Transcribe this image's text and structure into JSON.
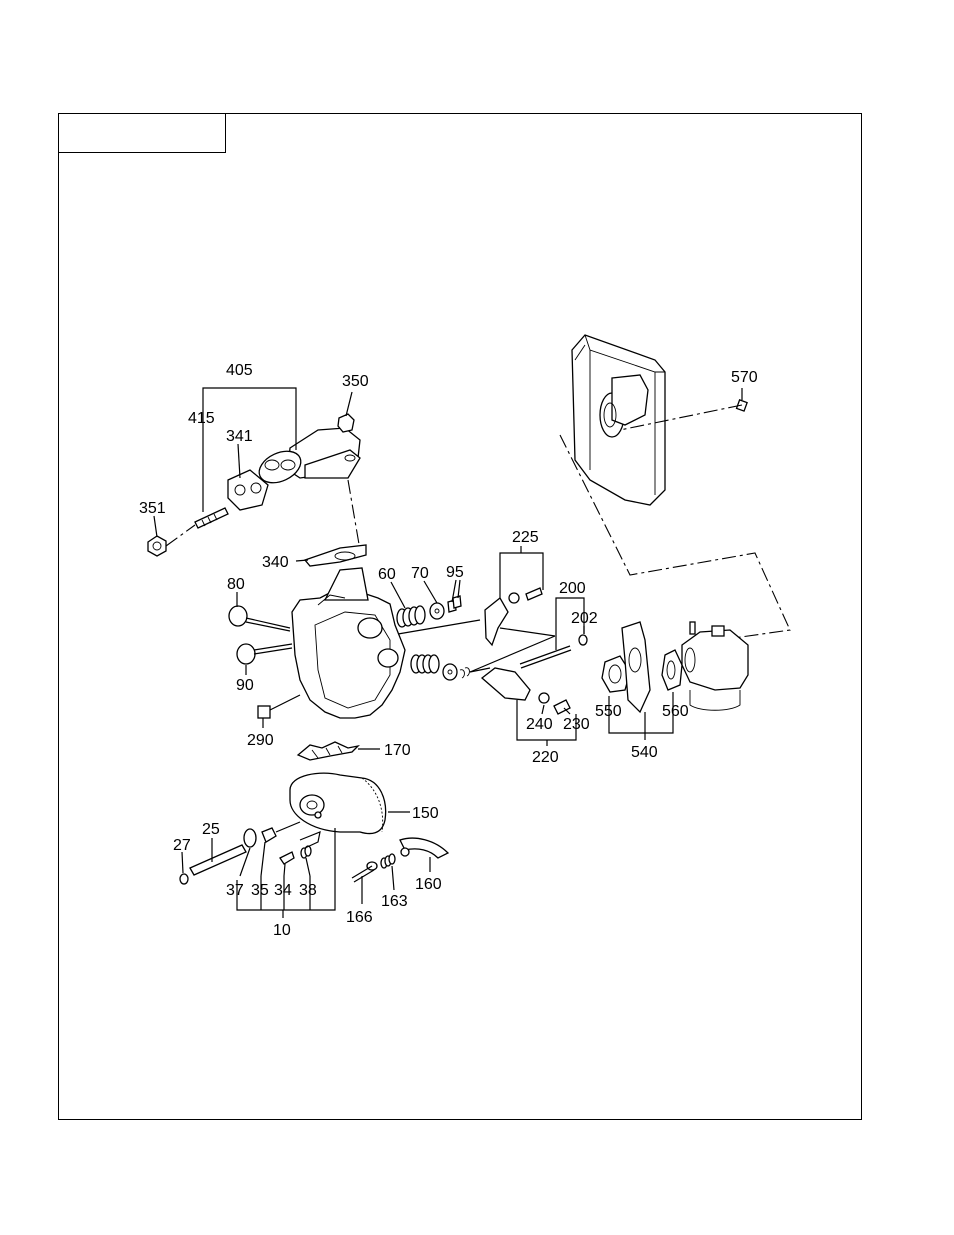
{
  "diagram": {
    "title_box": "",
    "callouts": [
      {
        "id": "c405",
        "text": "405"
      },
      {
        "id": "c350",
        "text": "350"
      },
      {
        "id": "c415",
        "text": "415"
      },
      {
        "id": "c341",
        "text": "341"
      },
      {
        "id": "c351",
        "text": "351"
      },
      {
        "id": "c340",
        "text": "340"
      },
      {
        "id": "c80",
        "text": "80"
      },
      {
        "id": "c60",
        "text": "60"
      },
      {
        "id": "c70",
        "text": "70"
      },
      {
        "id": "c95",
        "text": "95"
      },
      {
        "id": "c225",
        "text": "225"
      },
      {
        "id": "c200",
        "text": "200"
      },
      {
        "id": "c202",
        "text": "202"
      },
      {
        "id": "c570",
        "text": "570"
      },
      {
        "id": "c90",
        "text": "90"
      },
      {
        "id": "c290",
        "text": "290"
      },
      {
        "id": "c240",
        "text": "240"
      },
      {
        "id": "c230",
        "text": "230"
      },
      {
        "id": "c220",
        "text": "220"
      },
      {
        "id": "c550",
        "text": "550"
      },
      {
        "id": "c560",
        "text": "560"
      },
      {
        "id": "c540",
        "text": "540"
      },
      {
        "id": "c170",
        "text": "170"
      },
      {
        "id": "c150",
        "text": "150"
      },
      {
        "id": "c27",
        "text": "27"
      },
      {
        "id": "c25",
        "text": "25"
      },
      {
        "id": "c37",
        "text": "37"
      },
      {
        "id": "c35",
        "text": "35"
      },
      {
        "id": "c34",
        "text": "34"
      },
      {
        "id": "c38",
        "text": "38"
      },
      {
        "id": "c10",
        "text": "10"
      },
      {
        "id": "c166",
        "text": "166"
      },
      {
        "id": "c163",
        "text": "163"
      },
      {
        "id": "c160",
        "text": "160"
      }
    ]
  }
}
